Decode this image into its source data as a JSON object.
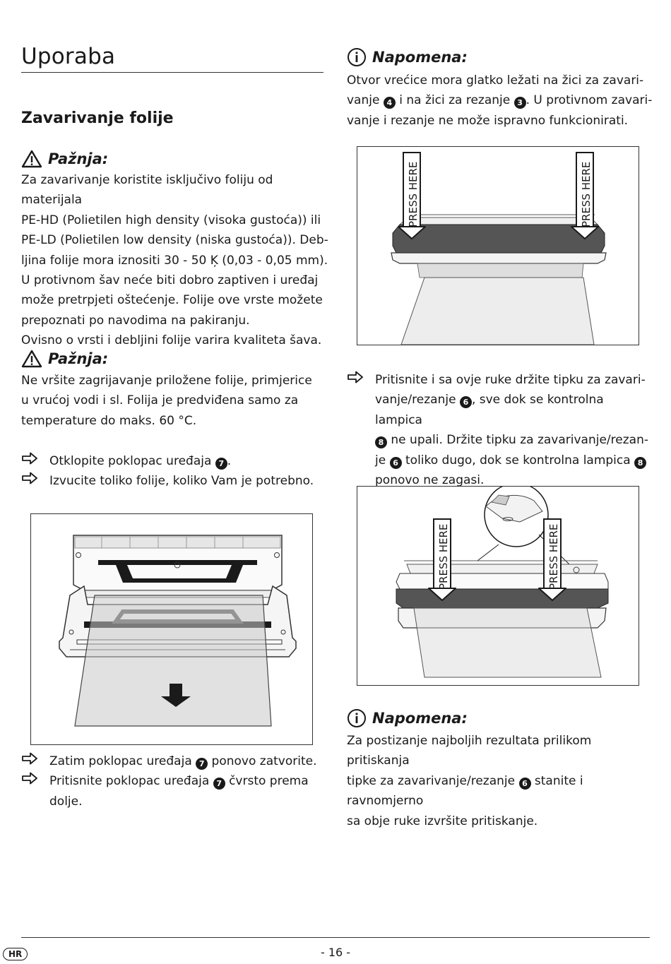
{
  "section_title": "Uporaba",
  "subsection_title": "Zavarivanje folije",
  "warning1": {
    "heading": "Pažnja:",
    "lines": [
      "Za zavarivanje koristite isključivo foliju od materijala",
      "PE-HD (Polietilen high density (visoka gustoća)) ili",
      "PE-LD (Polietilen low density (niska gustoća)). Deb-",
      "ljina folije mora iznositi 30 - 50 Ķ (0,03 - 0,05 mm).",
      "U protivnom šav neće biti dobro zaptiven i uređaj",
      "može pretrpjeti oštećenje. Folije ove vrste možete",
      "prepoznati po navodima na pakiranju.",
      "Ovisno o vrsti i debljini folije varira kvaliteta šava."
    ]
  },
  "warning2": {
    "heading": "Pažnja:",
    "lines": [
      "Ne vršite zagrijavanje priložene folije, primjerice",
      "u vrućoj vodi i sl. Folija je predviđena samo za",
      "temperature do maks. 60 °C."
    ]
  },
  "steps_left_1": [
    {
      "before": "Otklopite poklopac uređaja ",
      "num": "7",
      "after": "."
    },
    {
      "before": "Izvucite toliko folije, koliko Vam je potrebno.",
      "num": "",
      "after": ""
    }
  ],
  "steps_left_2": {
    "s1_before": "Zatim poklopac uređaja ",
    "s1_num": "7",
    "s1_after": " ponovo zatvorite.",
    "s2_before": "Pritisnite poklopac uređaja ",
    "s2_num": "7",
    "s2_after": " čvrsto prema",
    "s2_line2": "dolje."
  },
  "note1": {
    "heading": "Napomena:",
    "l1": "Otvor vrećice mora glatko ležati na žici za zavari-",
    "l2_a": "vanje ",
    "l2_n1": "4",
    "l2_b": " i na žici za rezanje ",
    "l2_n2": "3",
    "l2_c": ". U protivnom zavari-",
    "l3": "vanje i rezanje ne može ispravno funkcionirati."
  },
  "step_right": {
    "l1": "Pritisnite i sa ovje ruke držite tipku za zavari-",
    "l2_a": "vanje/rezanje ",
    "l2_n": "6",
    "l2_b": ", sve dok se kontrolna lampica",
    "l3_n": "8",
    "l3_b": "  ne upali. Držite tipku za zavarivanje/rezan-",
    "l4_a": "je ",
    "l4_n1": "6",
    "l4_b": " toliko dugo, dok se kontrolna lampica ",
    "l4_n2": "8",
    "l5": "ponovo ne zagasi."
  },
  "note2": {
    "heading": "Napomena:",
    "lines": [
      "Za postizanje najboljih rezultata prilikom pritiskanja",
      "tipke za zavarivanje/rezanje ",
      "sa obje ruke izvršite pritiskanje."
    ],
    "l2_num": "6",
    "l2_after": " stanite i ravnomjerno"
  },
  "press_here_label": "PRESS HERE",
  "footer": {
    "country": "HR",
    "page": "- 16 -"
  }
}
